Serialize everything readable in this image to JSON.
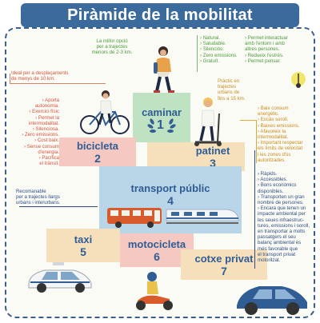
{
  "title": "Piràmide de la mobilitat",
  "colors": {
    "frame": "#3a5f8c",
    "title_bar": "#3b6a9c",
    "green_block": "#bfe2c2",
    "pink_block": "#f5c8c1",
    "cream_block": "#f6e0bc",
    "blue_block": "#b9d6e8"
  },
  "levels": {
    "walk": {
      "name": "caminar",
      "rank": "1"
    },
    "bike": {
      "name": "bicicleta",
      "rank": "2"
    },
    "scooter": {
      "name": "patinet",
      "rank": "3"
    },
    "public": {
      "name": "transport públic",
      "rank": "4"
    },
    "taxi": {
      "name": "taxi",
      "rank": "5"
    },
    "moto": {
      "name": "motocicleta",
      "rank": "6"
    },
    "car": {
      "name": "cotxe privat",
      "rank": "7"
    }
  },
  "walk_intro": [
    "La millor opció",
    "per a trajectes",
    "menors de 2-3 km."
  ],
  "walk_benefits": [
    "› Natural.",
    "› Saludable.",
    "› Silenciós.",
    "› Zero emissions.",
    "› Gratuït."
  ],
  "walk_benefits2": [
    "› Permet interactuar",
    "amb l'entorn i amb",
    "altres persones.",
    "› Redueix l'estrès.",
    "› Permet pensar."
  ],
  "bike_intro": [
    "Ideal per a desplaçaments",
    "de menys de 10 km."
  ],
  "bike_benefits": [
    "› Aporta",
    "autonomia.",
    "› Exercici físic",
    "› Permet la",
    "intermodalitat.",
    "› Silenciosa.",
    "› Zero emissions.",
    "› Cost baix.",
    "› Sense consum",
    "d'energia.",
    "› Pacífica",
    "el trànsit."
  ],
  "scooter_intro": [
    "Pràctic en",
    "trajectes",
    "urbans de",
    "fins a 15 km."
  ],
  "scooter_benefits": [
    "› Baix consum",
    "energètic.",
    "› Escàs sorolI.",
    "› Baixes emissions.",
    "› Afavoreix la",
    "intermodalitat.",
    "› Important respectar",
    "els límits de velocitat",
    "i les zones d'ús",
    "autoritzades."
  ],
  "public_intro": [
    "Recomanable",
    "per a trajectes llargs",
    "urbans i interurbans."
  ],
  "public_benefits": [
    "› Ràpids.",
    "› Accessibles.",
    "› Bons econòmics",
    "disponibles.",
    "› Transporten un gran",
    "nombre de persones.",
    "› Encara que tenen un",
    "impacte ambiental per",
    "les seues infraestruc-",
    "tures, emissions i soroll,",
    "en transportar a molts",
    "passatgers el seu",
    "balanç ambiental és",
    "més favorable que",
    "el transport privat",
    "motoritzat."
  ]
}
